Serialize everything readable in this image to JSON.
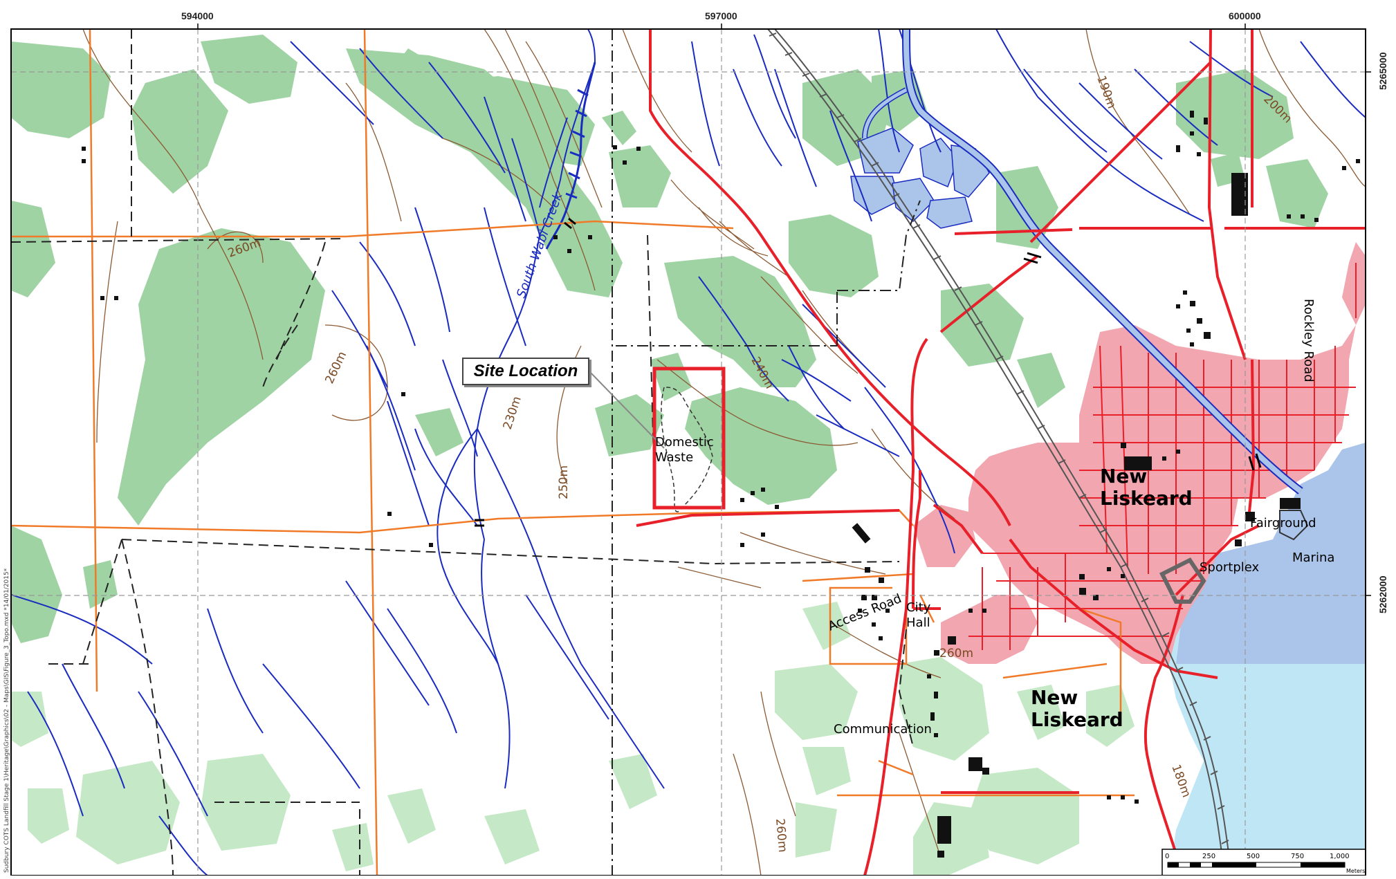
{
  "map": {
    "grid": {
      "eastings": [
        "594000",
        "597000",
        "600000"
      ],
      "northings": [
        "5265000",
        "5262000"
      ]
    },
    "site_callout": "Site Location",
    "labels": {
      "domestic_waste_1": "Domestic",
      "domestic_waste_2": "Waste",
      "creek": "South Wabi Creek",
      "town_1": "New",
      "town_2": "Liskeard",
      "town_b_1": "New",
      "town_b_2": "Liskeard",
      "fairground": "Fairground",
      "marina": "Marina",
      "sportplex": "Sportplex",
      "city_hall_1": "City",
      "city_hall_2": "Hall",
      "access_road": "Access Road",
      "communication": "Communication",
      "rockley_road": "Rockley Road"
    },
    "contours": [
      "260m",
      "260m",
      "230m",
      "250m",
      "240m",
      "190m",
      "200m",
      "260m",
      "260m",
      "180m"
    ],
    "file_path": "Sudbury COTS Landfill Stage 1\\Heritage\\Graphics\\02 - Maps\\GIS\\Figure_3_Topo.mxd *14/01/2015*",
    "scale_bar": {
      "ticks": [
        "0",
        "250",
        "500",
        "750",
        "1,000"
      ],
      "unit": "Meters"
    },
    "colors": {
      "forest": "#9fd3a3",
      "forest_light": "#c5e8c6",
      "water": "#aac4ea",
      "lake": "#bfe6f5",
      "urban": "#f2a6b0",
      "road_major": "#e8202a",
      "road_minor": "#f07a28",
      "stream": "#1a2bbf",
      "contour": "#8b5a33",
      "site": "#e8202a"
    }
  }
}
